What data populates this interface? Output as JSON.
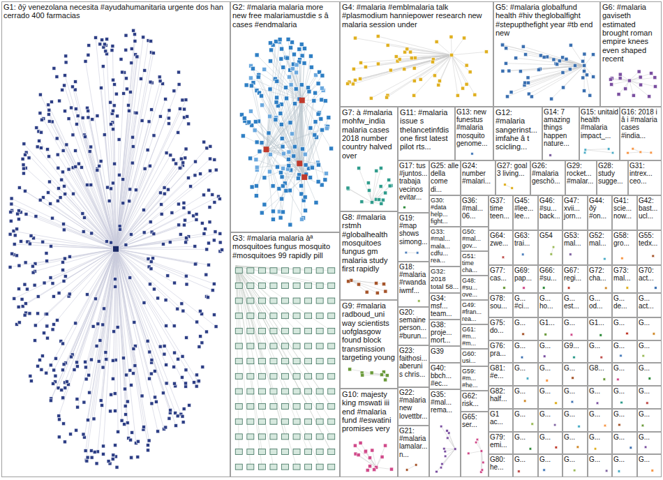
{
  "diagram": {
    "nodes": [
      {
        "text": [
          "G1: ðÿ venezolana necesita #ayudahumanitaria urgente dos han cerrado 400 farmacias"
        ]
      },
      {
        "text": [
          "G2: #malaria malaria more new free malariamustdie s â cases #endmalaria"
        ]
      },
      {
        "text": [
          "G3: #malaria malaria àª mosquitoes fungus mosquito #mosquitoes 99 rapidly pill"
        ]
      },
      {
        "text": [
          "G4: #malaria #emblmalaria talk #plasmodium hanniepower research new malaria session under"
        ]
      },
      {
        "text": [
          "G5: #malaria globalfund health #hiv theglobalfight #stepupthefight year #tb end new"
        ]
      },
      {
        "text": [
          "G6: #malaria gaviseth estimated brought roman empire knees even shaped recent"
        ]
      },
      {
        "text": [
          "G7: à #malaria mohfw_india malaria cases 2018 number country halved over"
        ]
      },
      {
        "text": [
          "G11: #malaria issue s thelancetinfdis one first latest pilot rts..."
        ]
      },
      {
        "text": [
          "G13: new funestus #malaria mosquito genome..."
        ]
      },
      {
        "text": [
          "G12: #malaria sangerinst... imfahe â t scicling..."
        ]
      },
      {
        "text": [
          "G14: 7 amazing things happen nature..."
        ]
      },
      {
        "text": [
          "G15: unitaid health #malaria impact_..."
        ]
      },
      {
        "text": [
          "G16: 2018 i â i #malaria cases #india..."
        ]
      },
      {
        "text": [
          "G8: #malaria rstmh #globalhealth mosquitoes fungus gm malaria study first rapidly"
        ]
      },
      {
        "text": [
          "G9: #malaria radboud_uni way scientists uofglasgow found block transmission targeting young"
        ]
      },
      {
        "text": [
          "G10: majesty king mswati iii end #malaria fund #eswatini promises very"
        ]
      },
      {
        "text": [
          "G17: tus #juntos... trabaja vecinos evitar..."
        ]
      },
      {
        "text": [
          "G25: alle della come di..."
        ]
      },
      {
        "text": [
          "G24: number #malari..."
        ]
      },
      {
        "text": [
          "G27: goal 3 living..."
        ]
      },
      {
        "text": [
          "G26: #malaria geschö..."
        ]
      },
      {
        "text": [
          "G29: rocket... #malar..."
        ]
      },
      {
        "text": [
          "G28: study sugge..."
        ]
      },
      {
        "text": [
          "G31: intrex... ceo..."
        ]
      },
      {
        "text": [
          "G19: #map shows simong..."
        ]
      },
      {
        "text": [
          "G18: #malaria #rwanda iwmf..."
        ]
      },
      {
        "text": [
          "G20: semaine person... #burun..."
        ]
      },
      {
        "text": [
          "G23: faithosi... aberuni s chris..."
        ]
      },
      {
        "text": [
          "G22: #malaria new lovettbr..."
        ]
      },
      {
        "text": [
          "G21: #malaria lamalar... n..."
        ]
      },
      {
        "text": [
          "G30: #data help... fight..."
        ]
      },
      {
        "text": [
          "G33: #mal... mala... cdfu... rea..."
        ]
      },
      {
        "text": [
          "G32: 2018 total 58..."
        ]
      },
      {
        "text": [
          "G34: msf... team..."
        ]
      },
      {
        "text": [
          "G38: proje... mort..."
        ]
      },
      {
        "text": [
          "G39"
        ]
      },
      {
        "text": [
          "G40: bbch... #ec..."
        ]
      },
      {
        "text": [
          "G35: #mal... rema..."
        ]
      },
      {
        "text": [
          "G36: #mal... 06..."
        ]
      },
      {
        "text": [
          "G50: #mal... gov..."
        ]
      },
      {
        "text": [
          "G51: time cha..."
        ]
      },
      {
        "text": [
          "G48: #su... ove..."
        ]
      },
      {
        "text": [
          "G49: #fran... rea..."
        ]
      },
      {
        "text": [
          "G61: #m... #m..."
        ]
      },
      {
        "text": [
          "G60: usi..."
        ]
      },
      {
        "text": [
          "G59: #m... #he..."
        ]
      },
      {
        "text": [
          "G62: risk..."
        ]
      },
      {
        "text": [
          "G65: ser..."
        ]
      },
      {
        "text": [
          "G37: time teen..."
        ]
      },
      {
        "text": [
          "G45: #lee... lee..."
        ]
      },
      {
        "text": [
          "G46: #su... back..."
        ]
      },
      {
        "text": [
          "G47: xvii... jorn..."
        ]
      },
      {
        "text": [
          "G44: ðÿ #on..."
        ]
      },
      {
        "text": [
          "G41: scie... now..."
        ]
      },
      {
        "text": [
          "G42: bast... ucl..."
        ]
      },
      {
        "text": [
          "G64: zwe..."
        ]
      },
      {
        "text": [
          "G63: trai..."
        ]
      },
      {
        "text": [
          "G54"
        ]
      },
      {
        "text": [
          "G53: mal..."
        ]
      },
      {
        "text": [
          "G52: mal..."
        ]
      },
      {
        "text": [
          "G58: gro..."
        ]
      },
      {
        "text": [
          "G55: tedx..."
        ]
      },
      {
        "text": [
          "G77: cas..."
        ]
      },
      {
        "text": [
          "G69: pap..."
        ]
      },
      {
        "text": [
          "G66: #su..."
        ]
      },
      {
        "text": [
          "G67: regi..."
        ]
      },
      {
        "text": [
          "G72: cha..."
        ]
      },
      {
        "text": [
          "G73: mal..."
        ]
      },
      {
        "text": [
          "G70: act..."
        ]
      },
      {
        "text": [
          "G78: sou..."
        ]
      },
      {
        "text": [
          "G... #ci..."
        ]
      },
      {
        "text": [
          "G... ho..."
        ]
      },
      {
        "text": [
          "G... est..."
        ]
      },
      {
        "text": [
          "G... od..."
        ]
      },
      {
        "text": [
          "G... de..."
        ]
      },
      {
        "text": [
          "G... act..."
        ]
      },
      {
        "text": [
          "G75: do..."
        ]
      },
      {
        "text": [
          "G..."
        ]
      },
      {
        "text": [
          "G1..."
        ]
      },
      {
        "text": [
          "G..."
        ]
      },
      {
        "text": [
          "G1..."
        ]
      },
      {
        "text": [
          "G..."
        ]
      },
      {
        "text": [
          "G..."
        ]
      },
      {
        "text": [
          "G76: pra..."
        ]
      },
      {
        "text": [
          "G..."
        ]
      },
      {
        "text": [
          "G..."
        ]
      },
      {
        "text": [
          "G9..."
        ]
      },
      {
        "text": [
          "G..."
        ]
      },
      {
        "text": [
          "G..."
        ]
      },
      {
        "text": [
          "G..."
        ]
      },
      {
        "text": [
          "G81: #e..."
        ]
      },
      {
        "text": [
          "G..."
        ]
      },
      {
        "text": [
          "G..."
        ]
      },
      {
        "text": [
          "G..."
        ]
      },
      {
        "text": [
          "G8..."
        ]
      },
      {
        "text": [
          "G..."
        ]
      },
      {
        "text": [
          "G..."
        ]
      },
      {
        "text": [
          "G82: half..."
        ]
      },
      {
        "text": [
          "G..."
        ]
      },
      {
        "text": [
          "G..."
        ]
      },
      {
        "text": [
          "G..."
        ]
      },
      {
        "text": [
          "G..."
        ]
      },
      {
        "text": [
          "G..."
        ]
      },
      {
        "text": [
          "G..."
        ]
      },
      {
        "text": [
          "G1 ac..."
        ]
      },
      {
        "text": [
          "G..."
        ]
      },
      {
        "text": [
          "G..."
        ]
      },
      {
        "text": [
          "G..."
        ]
      },
      {
        "text": [
          "G..."
        ]
      },
      {
        "text": [
          "G..."
        ]
      },
      {
        "text": [
          "G..."
        ]
      },
      {
        "text": [
          "G79: emi..."
        ]
      },
      {
        "text": [
          "G..."
        ]
      },
      {
        "text": [
          "G..."
        ]
      },
      {
        "text": [
          "G..."
        ]
      },
      {
        "text": [
          "G..."
        ]
      },
      {
        "text": [
          "G..."
        ]
      },
      {
        "text": [
          "G..."
        ]
      },
      {
        "text": [
          "G80: he..."
        ]
      },
      {
        "text": [
          "G..."
        ]
      },
      {
        "text": [
          "G..."
        ]
      },
      {
        "text": [
          "G..."
        ]
      },
      {
        "text": [
          "G..."
        ]
      },
      {
        "text": [
          "G..."
        ]
      },
      {
        "text": [
          "G..."
        ]
      }
    ]
  }
}
